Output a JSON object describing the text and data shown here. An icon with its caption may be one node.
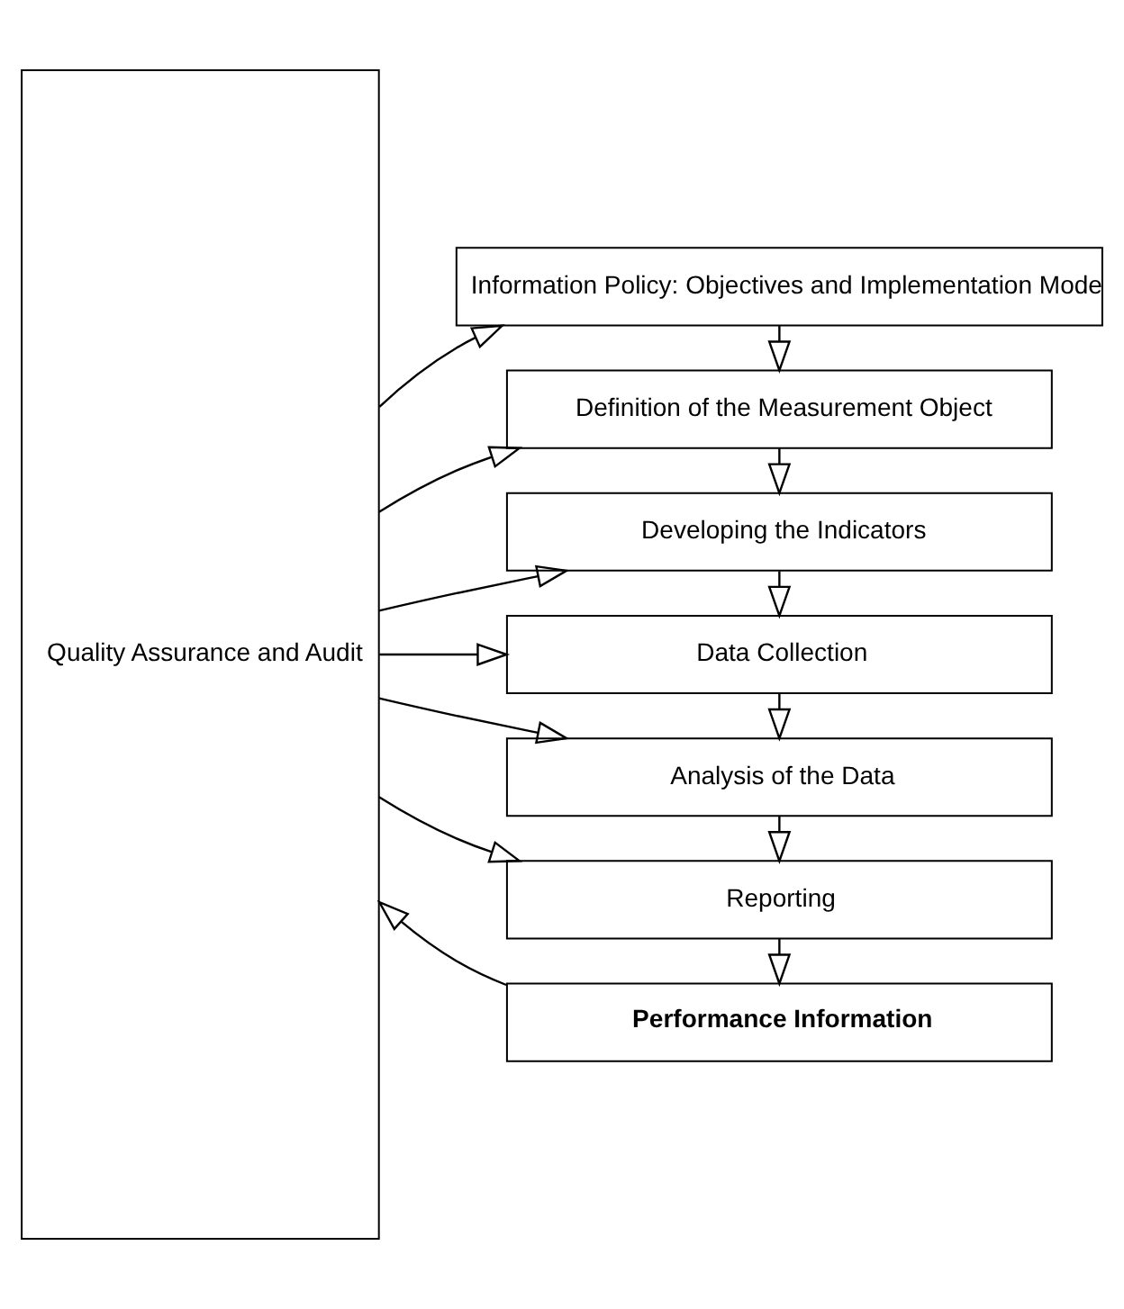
{
  "diagram": {
    "nodes": [
      {
        "text": [
          "Quality Assurance and Audit"
        ]
      },
      {
        "text": [
          "Information Policy: Objectives and Implementation Mode"
        ]
      },
      {
        "text": [
          "Definition of the Measurement Object"
        ]
      },
      {
        "text": [
          "Developing the Indicators"
        ]
      },
      {
        "text": [
          "Data Collection"
        ]
      },
      {
        "text": [
          "Analysis of the Data"
        ]
      },
      {
        "text": [
          "Reporting"
        ]
      },
      {
        "text": [
          "Performance Information"
        ]
      }
    ],
    "edges": [
      {
        "from": 1,
        "to": 2,
        "arrow": "to"
      },
      {
        "from": 2,
        "to": 3,
        "arrow": "to"
      },
      {
        "from": 3,
        "to": 4,
        "arrow": "to"
      },
      {
        "from": 4,
        "to": 5,
        "arrow": "to"
      },
      {
        "from": 5,
        "to": 6,
        "arrow": "to"
      },
      {
        "from": 6,
        "to": 7,
        "arrow": "to"
      },
      {
        "from": 0,
        "to": 1,
        "arrow": "to"
      },
      {
        "from": 0,
        "to": 2,
        "arrow": "to"
      },
      {
        "from": 0,
        "to": 3,
        "arrow": "to"
      },
      {
        "from": 0,
        "to": 4,
        "arrow": "to"
      },
      {
        "from": 0,
        "to": 5,
        "arrow": "to"
      },
      {
        "from": 0,
        "to": 6,
        "arrow": "to"
      },
      {
        "from": 7,
        "to": 0,
        "arrow": "to"
      }
    ]
  }
}
